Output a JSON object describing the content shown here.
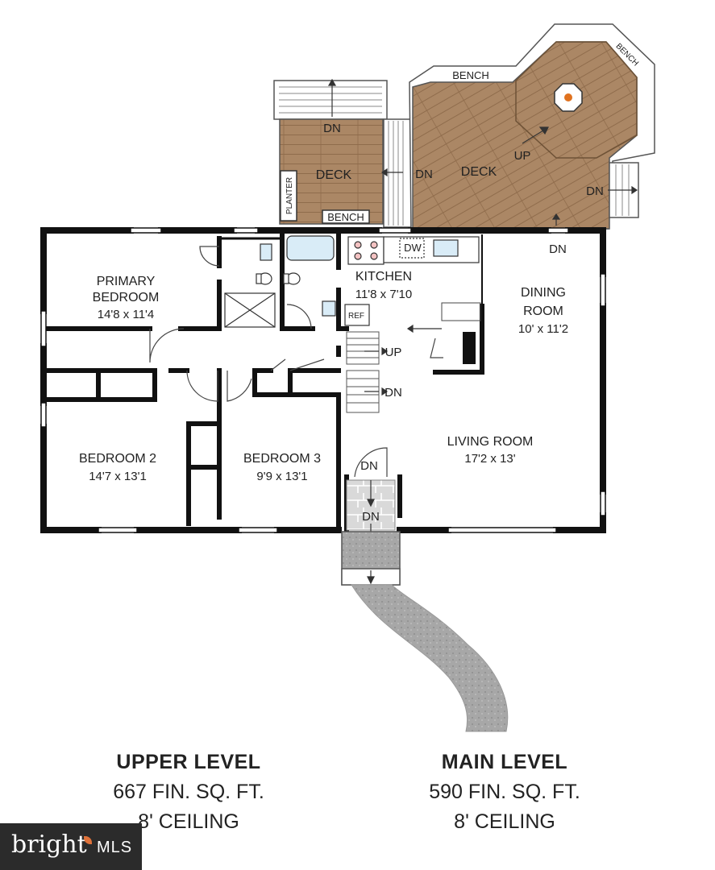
{
  "rooms": {
    "deck_left": "DECK",
    "deck_right": "DECK",
    "planter": "PLANTER",
    "bench_left": "BENCH",
    "bench_top": "BENCH",
    "bench_corner": "BENCH",
    "primary_bedroom_line1": "PRIMARY",
    "primary_bedroom_line2": "BEDROOM",
    "primary_bedroom_dim": "14'8 x 11'4",
    "kitchen": "KITCHEN",
    "kitchen_dim": "11'8 x 7'10",
    "dining_line1": "DINING",
    "dining_line2": "ROOM",
    "dining_dim": "10' x 11'2",
    "bedroom2": "BEDROOM 2",
    "bedroom2_dim": "14'7 x 13'1",
    "bedroom3": "BEDROOM 3",
    "bedroom3_dim": "9'9 x 13'1",
    "living": "LIVING ROOM",
    "living_dim": "17'2 x 13'",
    "dw": "DW",
    "ref": "REF"
  },
  "stairs": {
    "deck_left_dn": "DN",
    "deck_mid_dn": "DN",
    "deck_right_dn": "DN",
    "deck_up": "UP",
    "dining_dn": "DN",
    "interior_up": "UP",
    "interior_dn": "DN",
    "entry_dn1": "DN",
    "entry_dn2": "DN"
  },
  "levels": {
    "upper": {
      "name": "UPPER LEVEL",
      "area": "667 FIN. SQ. FT.",
      "ceiling": "8' CEILING"
    },
    "main": {
      "name": "MAIN LEVEL",
      "area": "590 FIN. SQ. FT.",
      "ceiling": "8' CEILING"
    }
  },
  "brand": {
    "word": "bright",
    "suffix": "MLS"
  },
  "colors": {
    "wall": "#111111",
    "deck": "#a88463",
    "deck_dark": "#8f6c4c",
    "stone": "#d6d6d6",
    "path": "#a9a9a9"
  }
}
